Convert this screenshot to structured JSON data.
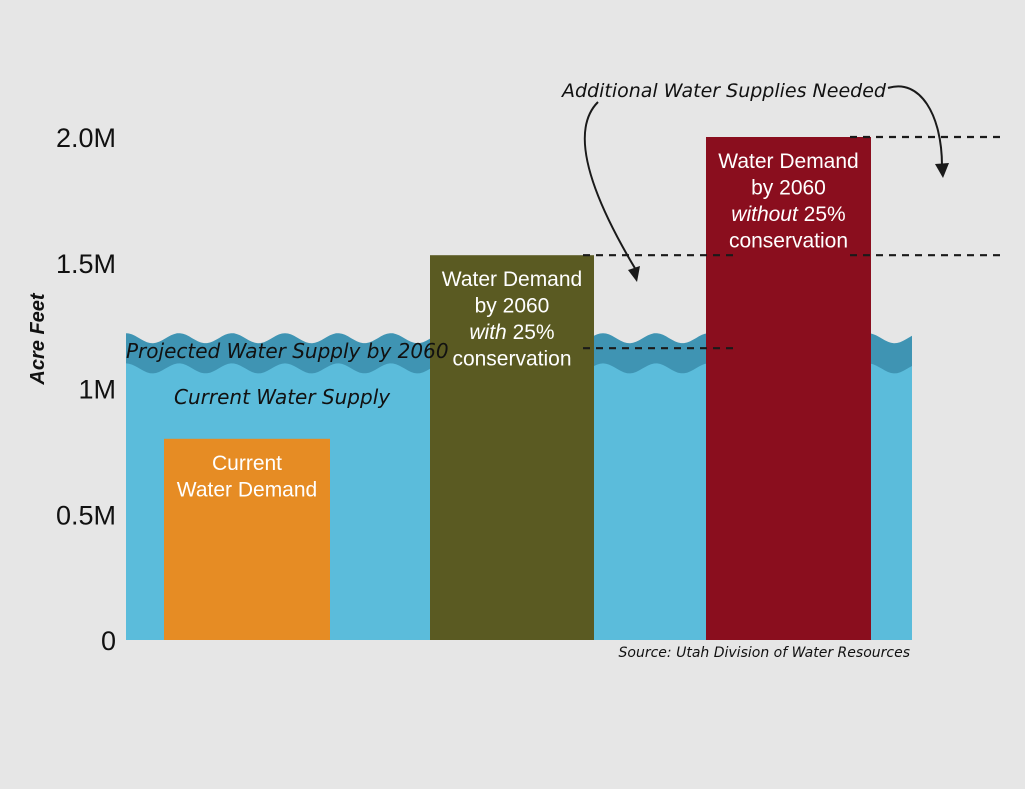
{
  "chart_data": {
    "type": "bar",
    "ylabel": "Acre Feet",
    "y_ticks": [
      "0",
      "0.5M",
      "1M",
      "1.5M",
      "2.0M"
    ],
    "ylim": [
      0,
      2000000
    ],
    "water": {
      "current_supply": {
        "value": 1080000,
        "label": "Current Water Supply",
        "color": "#5bbcdb"
      },
      "projected_supply": {
        "value": 1200000,
        "label": "Projected Water Supply by 2060",
        "color": "#3f94b3"
      }
    },
    "bars": [
      {
        "value": 800000,
        "color": "#e68c24",
        "lines": [
          {
            "parts": [
              {
                "t": "Current",
                "i": false
              }
            ]
          },
          {
            "parts": [
              {
                "t": "Water Demand",
                "i": false
              }
            ]
          }
        ]
      },
      {
        "value": 1530000,
        "color": "#5a5a22",
        "lines": [
          {
            "parts": [
              {
                "t": "Water Demand",
                "i": false
              }
            ]
          },
          {
            "parts": [
              {
                "t": "by 2060",
                "i": false
              }
            ]
          },
          {
            "parts": [
              {
                "t": "with",
                "i": true
              },
              {
                "t": " 25%",
                "i": false
              }
            ]
          },
          {
            "parts": [
              {
                "t": "conservation",
                "i": false
              }
            ]
          }
        ]
      },
      {
        "value": 2000000,
        "color": "#8a0e1e",
        "lines": [
          {
            "parts": [
              {
                "t": "Water Demand",
                "i": false
              }
            ]
          },
          {
            "parts": [
              {
                "t": "by 2060",
                "i": false
              }
            ]
          },
          {
            "parts": [
              {
                "t": "without",
                "i": true
              },
              {
                "t": " 25%",
                "i": false
              }
            ]
          },
          {
            "parts": [
              {
                "t": "conservation",
                "i": false
              }
            ]
          }
        ]
      }
    ],
    "annotation": "Additional Water Supplies Needed",
    "source": "Source: Utah Division of Water Resources"
  }
}
